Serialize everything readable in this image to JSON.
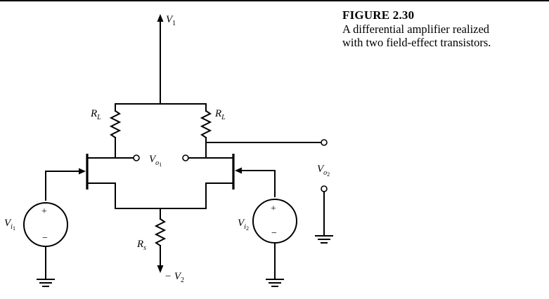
{
  "figure": {
    "label": "FIGURE 2.30",
    "caption_line1": "A differential amplifier realized",
    "caption_line2": "with two field-effect transistors."
  },
  "labels": {
    "supply_v1": "V",
    "supply_v1_sub": "1",
    "supply_v2": "− V",
    "supply_v2_sub": "2",
    "rl_left": "R",
    "rl_left_sub": "L",
    "rl_right": "R",
    "rl_right_sub": "L",
    "rs": "R",
    "rs_sub": "s",
    "vo1": "V",
    "vo1_sub": "o",
    "vo1_subsub": "1",
    "vo2": "V",
    "vo2_sub": "o",
    "vo2_subsub": "2",
    "vi1": "V",
    "vi1_sub": "i",
    "vi1_subsub": "1",
    "vi2": "V",
    "vi2_sub": "i",
    "vi2_subsub": "2",
    "plus": "+",
    "minus": "−"
  }
}
